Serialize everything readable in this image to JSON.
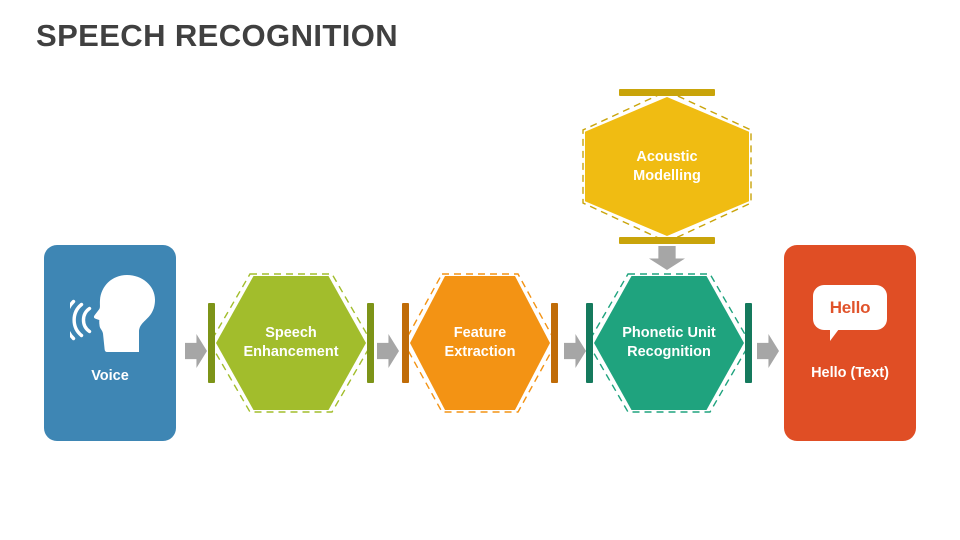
{
  "slide": {
    "title": "SPEECH RECOGNITION",
    "background": "#ffffff"
  },
  "colors": {
    "title": "#404040",
    "voice_blue": "#3e86b4",
    "speech_green": "#a2bd2c",
    "speech_green_bar": "#7d9418",
    "feature_orange": "#f39314",
    "feature_orange_bar": "#c06c08",
    "phonetic_teal": "#1fa37e",
    "phonetic_teal_bar": "#157a5d",
    "acoustic_yellow": "#f0bc12",
    "acoustic_yellow_bar": "#c9a40a",
    "text_red": "#e04e25",
    "arrow_gray": "#a6a6a6",
    "bubble_white": "#ffffff",
    "bubble_text": "#e0532b"
  },
  "input_card": {
    "name": "voice",
    "label": "Voice",
    "icon": "speaking-head-icon"
  },
  "output_card": {
    "name": "hello-text",
    "label": "Hello (Text)",
    "bubble_text": "Hello",
    "icon": "speech-bubble-icon"
  },
  "stages": [
    {
      "id": "speech-enhancement",
      "label": "Speech\nEnhancement",
      "orientation": "pointy-side"
    },
    {
      "id": "feature-extraction",
      "label": "Feature\nExtraction",
      "orientation": "pointy-side"
    },
    {
      "id": "phonetic-unit-recognition",
      "label": "Phonetic Unit\nRecognition",
      "orientation": "pointy-side"
    },
    {
      "id": "acoustic-modelling",
      "label": "Acoustic\nModelling",
      "orientation": "flat-top"
    }
  ],
  "arrows": [
    {
      "id": "voice-to-speech",
      "direction": "right"
    },
    {
      "id": "speech-to-feature",
      "direction": "right"
    },
    {
      "id": "feature-to-phonetic",
      "direction": "right"
    },
    {
      "id": "phonetic-to-text",
      "direction": "right"
    },
    {
      "id": "acoustic-to-phonetic",
      "direction": "down"
    }
  ]
}
